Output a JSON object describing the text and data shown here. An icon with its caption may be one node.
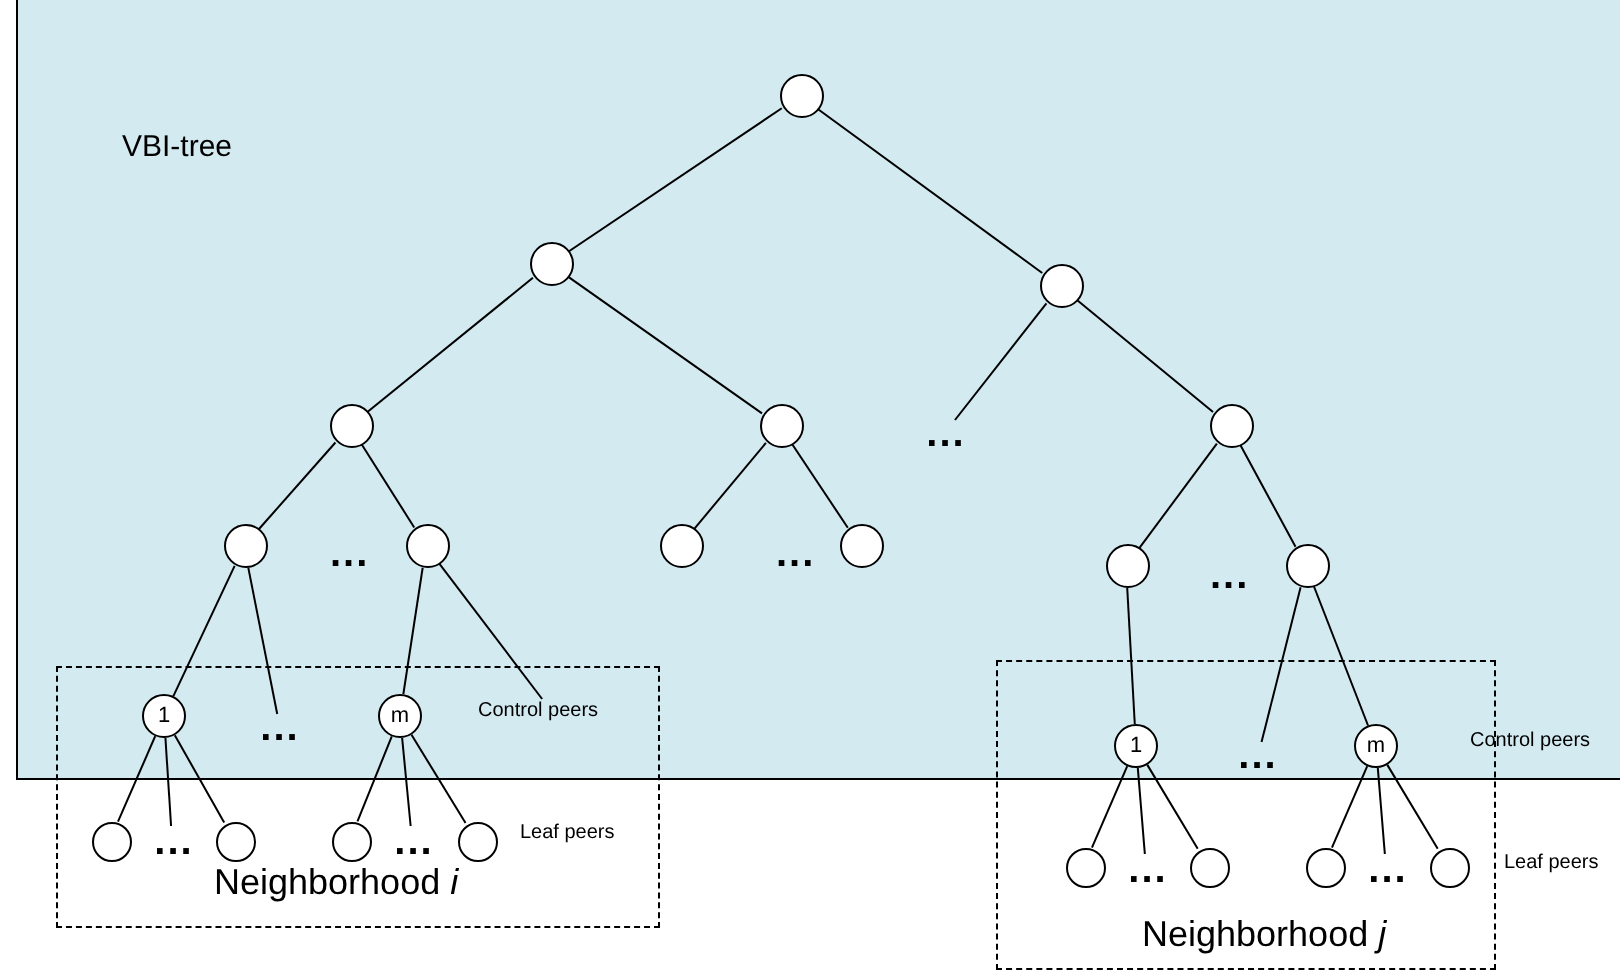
{
  "diagram": {
    "nodes": [
      {
        "text": [
          "VBI-tree"
        ]
      },
      {
        "text": [],
        "shape": "circle",
        "in": 0
      },
      {
        "text": [],
        "shape": "circle",
        "in": 0
      },
      {
        "text": [],
        "shape": "circle",
        "in": 0
      },
      {
        "text": [],
        "shape": "circle",
        "in": 0
      },
      {
        "text": [],
        "shape": "circle",
        "in": 0
      },
      {
        "text": [
          "..."
        ],
        "in": 0
      },
      {
        "text": [],
        "shape": "circle",
        "in": 0
      },
      {
        "text": [],
        "shape": "circle",
        "in": 0
      },
      {
        "text": [],
        "shape": "circle",
        "in": 0
      },
      {
        "text": [],
        "shape": "circle",
        "in": 0
      },
      {
        "text": [],
        "shape": "circle",
        "in": 0
      },
      {
        "text": [],
        "shape": "circle",
        "in": 0
      },
      {
        "text": [],
        "shape": "circle",
        "in": 0
      },
      {
        "text": [
          "Neighborhood *i*"
        ]
      },
      {
        "text": [
          "1"
        ]
      },
      {
        "text": [
          "..."
        ]
      },
      {
        "text": [
          "m"
        ]
      },
      {
        "text": [],
        "shape": "circle",
        "in": 14
      },
      {
        "text": [
          "..."
        ],
        "in": 14
      },
      {
        "text": [],
        "shape": "circle",
        "in": 14
      },
      {
        "text": [],
        "shape": "circle",
        "in": 14
      },
      {
        "text": [
          "..."
        ],
        "in": 14
      },
      {
        "text": [],
        "shape": "circle",
        "in": 14
      },
      {
        "text": [
          "Neighborhood *j*"
        ]
      },
      {
        "text": [
          "1"
        ]
      },
      {
        "text": [
          "..."
        ]
      },
      {
        "text": [
          "m"
        ]
      },
      {
        "text": [],
        "shape": "circle",
        "in": 24
      },
      {
        "text": [
          "..."
        ],
        "in": 24
      },
      {
        "text": [],
        "shape": "circle",
        "in": 24
      },
      {
        "text": [],
        "shape": "circle",
        "in": 24
      },
      {
        "text": [
          "..."
        ],
        "in": 24
      },
      {
        "text": [],
        "shape": "circle",
        "in": 24
      },
      {
        "text": [
          "Control peers"
        ]
      }
    ],
    "edges": [
      {
        "from": 1,
        "to": 2,
        "arrow": "none"
      },
      {
        "from": 1,
        "to": 3,
        "arrow": "none"
      },
      {
        "from": 2,
        "to": 4,
        "arrow": "none"
      },
      {
        "from": 2,
        "to": 5,
        "arrow": "none"
      },
      {
        "from": 3,
        "to": 6,
        "arrow": "none"
      },
      {
        "from": 3,
        "to": 7,
        "arrow": "none"
      },
      {
        "from": 4,
        "to": 8,
        "arrow": "none"
      },
      {
        "from": 4,
        "to": 9,
        "arrow": "none"
      },
      {
        "from": 5,
        "to": 10,
        "arrow": "none"
      },
      {
        "from": 5,
        "to": 11,
        "arrow": "none"
      },
      {
        "from": 7,
        "to": 12,
        "arrow": "none"
      },
      {
        "from": 7,
        "to": 13,
        "arrow": "none"
      },
      {
        "from": 8,
        "to": 15,
        "arrow": "none"
      },
      {
        "from": 8,
        "to": 16,
        "arrow": "none"
      },
      {
        "from": 9,
        "to": 17,
        "arrow": "none"
      },
      {
        "from": 9,
        "to": 34,
        "arrow": "none"
      },
      {
        "from": 12,
        "to": 25,
        "arrow": "none"
      },
      {
        "from": 13,
        "to": 26,
        "arrow": "none"
      },
      {
        "from": 13,
        "to": 27,
        "arrow": "none"
      },
      {
        "from": 15,
        "to": 18,
        "arrow": "none"
      },
      {
        "from": 15,
        "to": 19,
        "arrow": "none"
      },
      {
        "from": 15,
        "to": 20,
        "arrow": "none"
      },
      {
        "from": 17,
        "to": 21,
        "arrow": "none"
      },
      {
        "from": 17,
        "to": 22,
        "arrow": "none"
      },
      {
        "from": 17,
        "to": 23,
        "arrow": "none"
      },
      {
        "from": 25,
        "to": 28,
        "arrow": "none"
      },
      {
        "from": 25,
        "to": 29,
        "arrow": "none"
      },
      {
        "from": 25,
        "to": 30,
        "arrow": "none"
      },
      {
        "from": 27,
        "to": 31,
        "arrow": "none"
      },
      {
        "from": 27,
        "to": 32,
        "arrow": "none"
      },
      {
        "from": 27,
        "to": 33,
        "arrow": "none"
      }
    ],
    "labels": [
      "...",
      "...",
      "...",
      "Control peers",
      "Leaf peers",
      "Leaf peers"
    ]
  }
}
